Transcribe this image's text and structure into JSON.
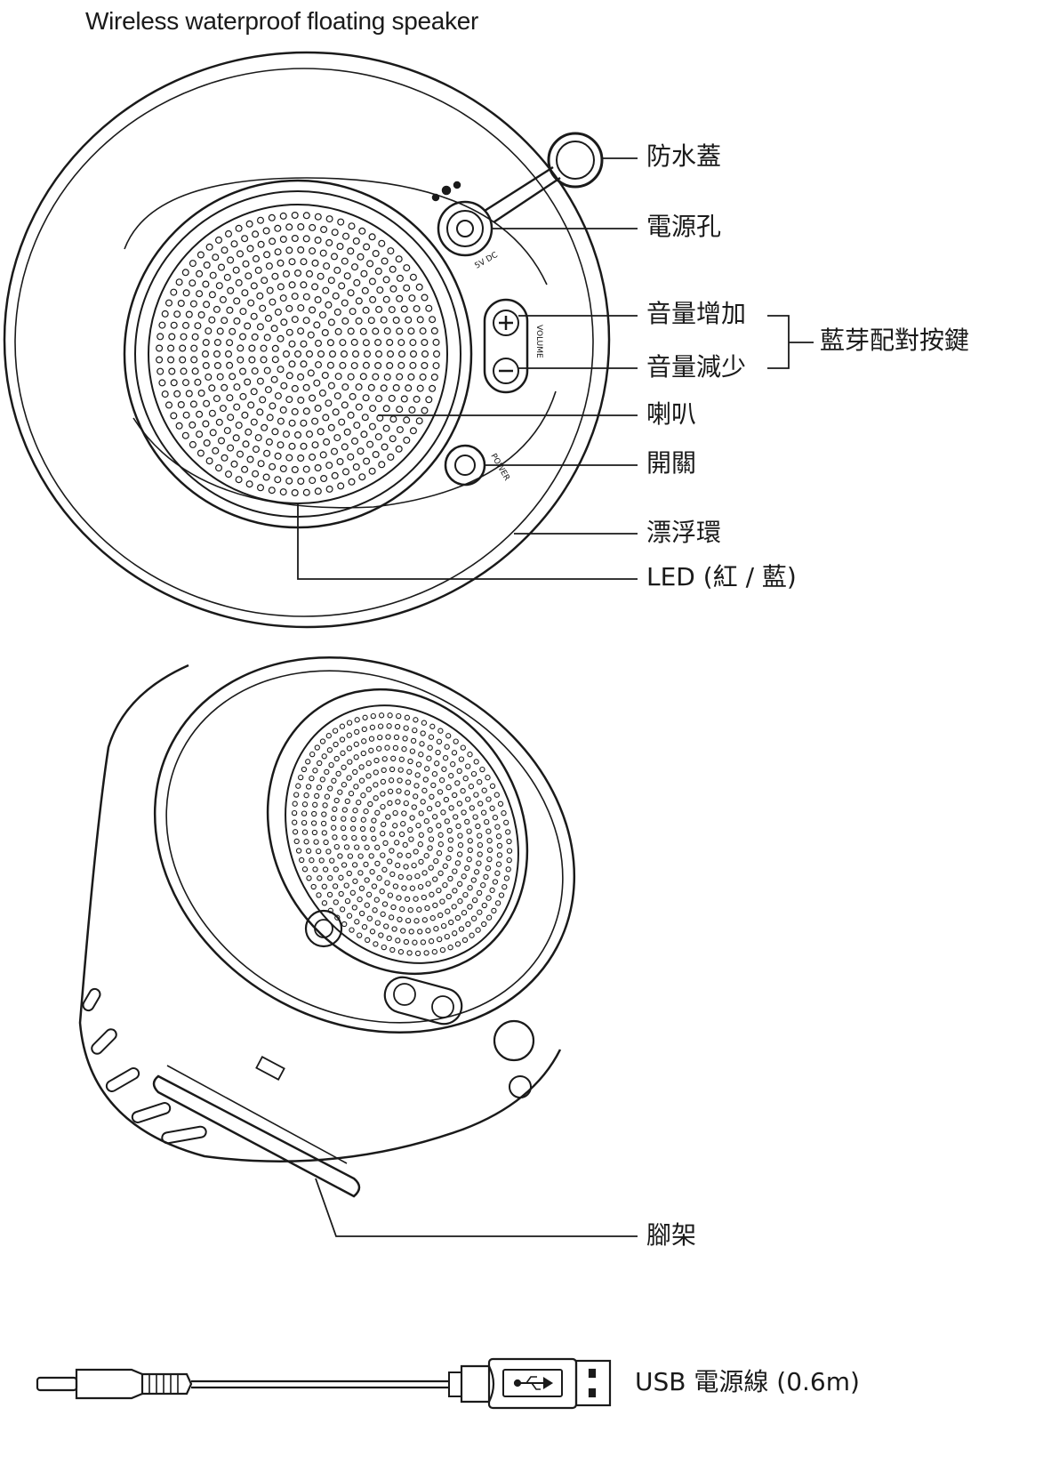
{
  "title": "Wireless waterproof floating speaker",
  "callouts": {
    "waterproof_cover": "防水蓋",
    "power_jack": "電源孔",
    "volume_up": "音量增加",
    "volume_down": "音量減少",
    "bluetooth_pairing": "藍芽配對按鍵",
    "speaker": "喇叭",
    "power_switch": "開關",
    "float_ring": "漂浮環",
    "led": "LED (紅 / 藍)",
    "stand": "腳架",
    "usb_cable": "USB 電源線 (0.6m)"
  },
  "device_text": {
    "dc_jack": "5V DC",
    "volume": "VOLUME",
    "power": "POWER"
  },
  "colors": {
    "line": "#1a1a1a",
    "background": "#ffffff"
  }
}
